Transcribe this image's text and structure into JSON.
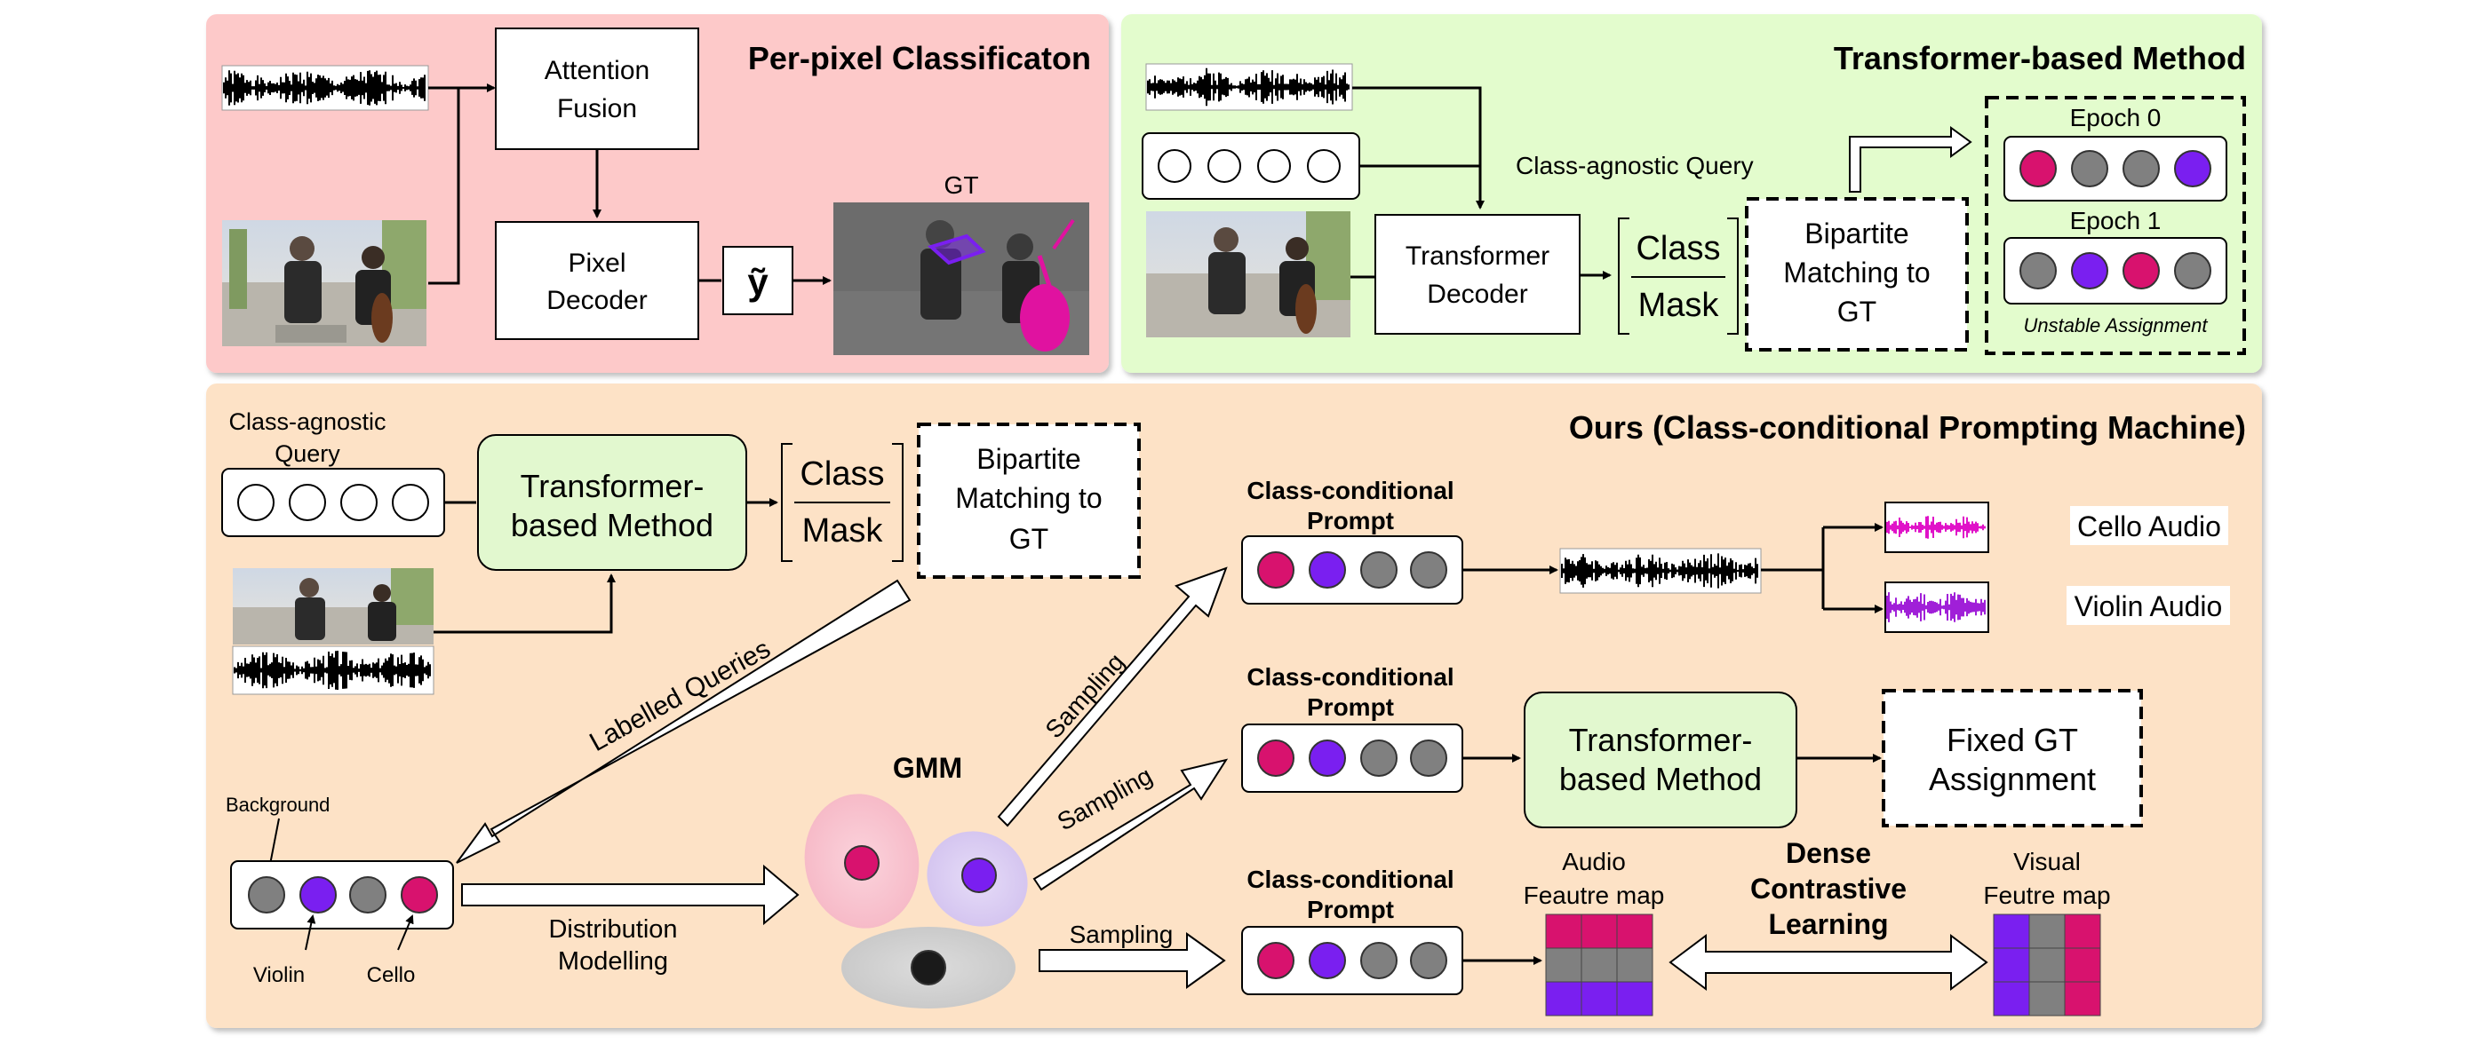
{
  "panels": {
    "per_pixel": {
      "title": "Per-pixel Classificaton",
      "attention_fusion": [
        "Attention",
        "Fusion"
      ],
      "pixel_decoder": [
        "Pixel",
        "Decoder"
      ],
      "y_tilde": "ỹ",
      "gt": "GT"
    },
    "transformer": {
      "title": "Transformer-based Method",
      "query_label": "Class-agnostic Query",
      "decoder": [
        "Transformer",
        "Decoder"
      ],
      "class": "Class",
      "mask": "Mask",
      "bipartite": [
        "Bipartite",
        "Matching to",
        "GT"
      ],
      "epoch0": "Epoch 0",
      "epoch1": "Epoch 1",
      "unstable": "Unstable Assignment"
    },
    "ours": {
      "title": "Ours (Class-conditional Prompting Machine)",
      "query_label": [
        "Class-agnostic",
        "Query"
      ],
      "method": [
        "Transformer-",
        "based Method"
      ],
      "class": "Class",
      "mask": "Mask",
      "bipartite": [
        "Bipartite",
        "Matching to",
        "GT"
      ],
      "labelled_queries": "Labelled Queries",
      "background": "Background",
      "violin": "Violin",
      "cello": "Cello",
      "distribution": [
        "Distribution",
        "Modelling"
      ],
      "gmm": "GMM",
      "sampling": "Sampling",
      "prompt": [
        "Class-conditional",
        "Prompt"
      ],
      "cello_audio": "Cello Audio",
      "violin_audio": "Violin Audio",
      "method2": [
        "Transformer-",
        "based Method"
      ],
      "fixed_gt": [
        "Fixed GT",
        "Assignment"
      ],
      "audio_map": [
        "Audio",
        "Feautre map"
      ],
      "visual_map": [
        "Visual",
        "Feutre map"
      ],
      "dense": [
        "Dense",
        "Contrastive",
        "Learning"
      ]
    }
  },
  "colors": {
    "pink_panel": "#fdc9c9",
    "green_panel": "#e3fccd",
    "orange_panel": "#fde2c6",
    "green_box": "#e2f8cf",
    "magenta": "#d8126e",
    "purple": "#7a1ff0",
    "gray": "#808080"
  }
}
